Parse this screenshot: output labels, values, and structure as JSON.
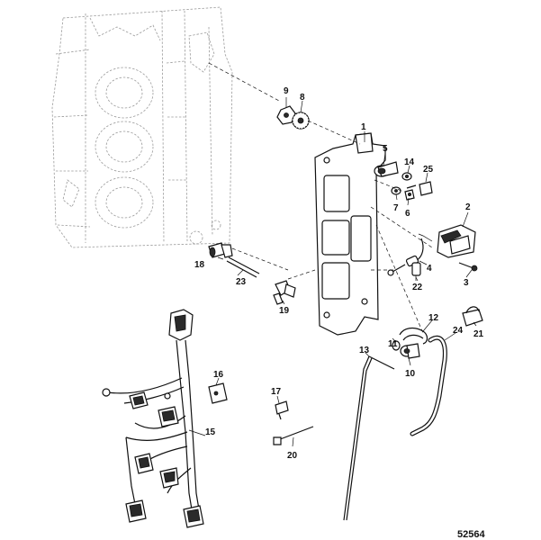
{
  "diagram": {
    "callouts": {
      "p1": "1",
      "p2": "2",
      "p3": "3",
      "p4": "4",
      "p5": "5",
      "p6": "6",
      "p7": "7",
      "p8": "8",
      "p9": "9",
      "p10": "10",
      "p11": "11",
      "p12": "12",
      "p13": "13",
      "p14": "14",
      "p15": "15",
      "p16": "16",
      "p17": "17",
      "p18": "18",
      "p19": "19",
      "p20": "20",
      "p21": "21",
      "p22": "22",
      "p23": "23",
      "p24": "24",
      "p25": "25"
    },
    "figure_number": "52564"
  }
}
